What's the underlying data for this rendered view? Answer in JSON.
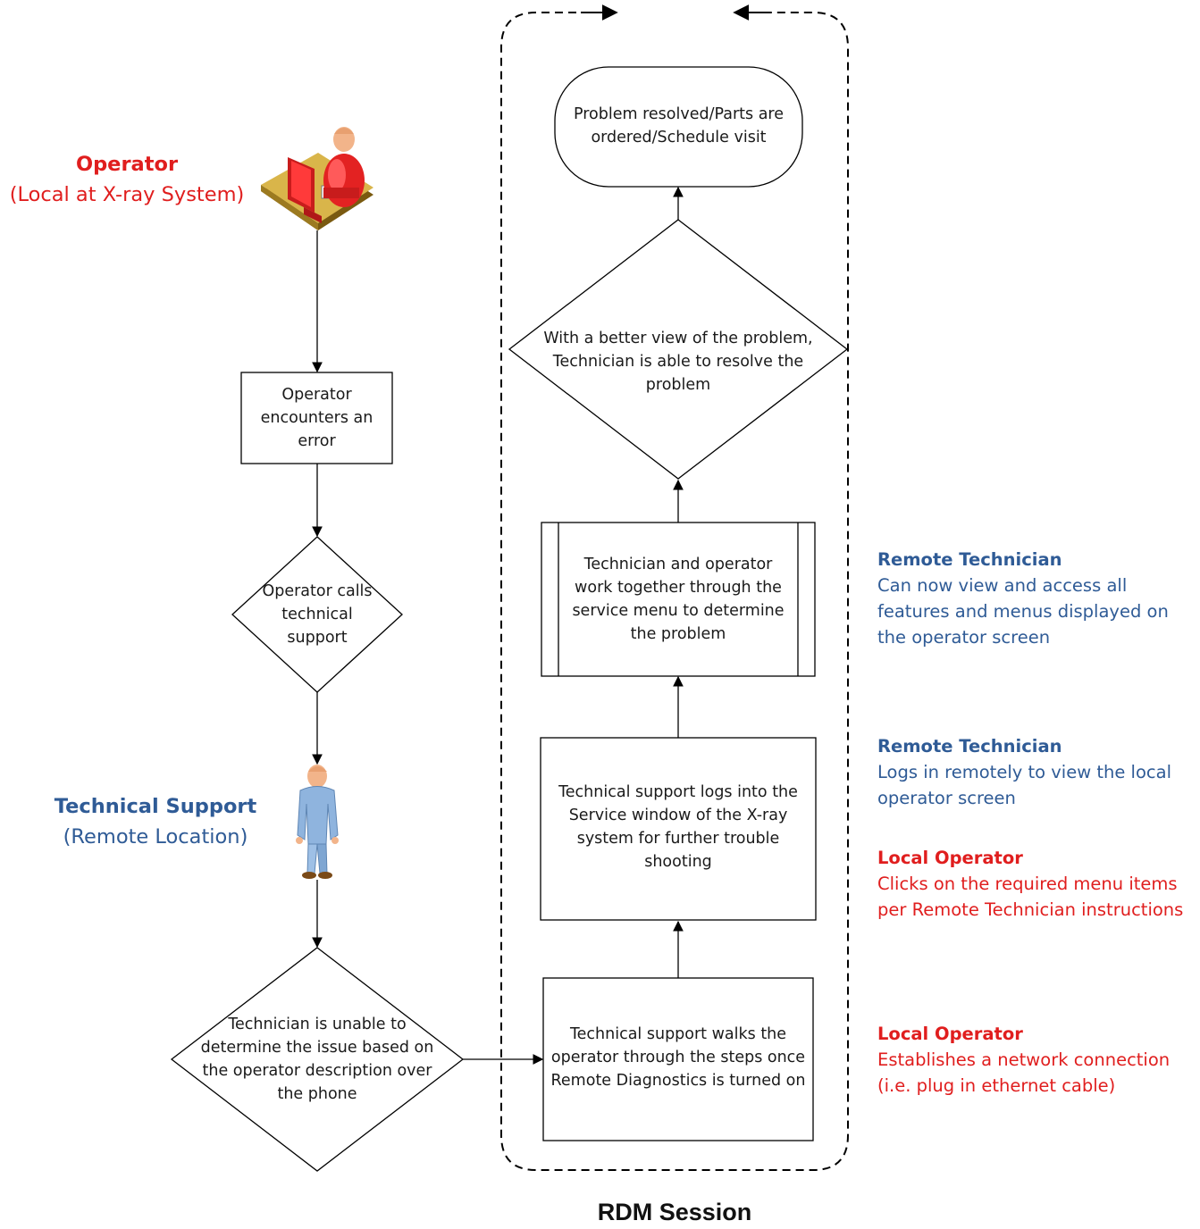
{
  "actors": {
    "operator": {
      "title": "Operator",
      "subtitle": "(Local at X-ray System)",
      "icon": "operator-at-workstation-icon"
    },
    "support": {
      "title": "Technical Support",
      "subtitle": "(Remote Location)",
      "icon": "standing-person-icon"
    }
  },
  "nodes": {
    "encounter": "Operator\nencounters an\nerror",
    "calls": "Operator calls\ntechnical\nsupport",
    "unable": "Technician is unable to\ndetermine the issue based on\nthe operator description over\nthe phone",
    "walks": "Technical support walks the\noperator through the steps once\nRemote Diagnostics is turned on",
    "logs": "Technical support logs into the\nService window of the X-ray\nsystem for further trouble\nshooting",
    "together": "Technician and operator\nwork together through the\nservice menu to determine\nthe problem",
    "better_view": "With a better view of the problem,\nTechnician is able to resolve the\nproblem",
    "resolved": "Problem resolved/Parts are\nordered/Schedule visit"
  },
  "annotations": {
    "remote_1": {
      "title": "Remote Technician",
      "body": "Can now view and access all\nfeatures and menus displayed on\nthe operator screen"
    },
    "remote_2": {
      "title": "Remote Technician",
      "body": "Logs in remotely to view the local\noperator screen"
    },
    "local_1": {
      "title": "Local Operator",
      "body": "Clicks on the required menu items\nper Remote Technician instructions"
    },
    "local_2": {
      "title": "Local Operator",
      "body": "Establishes a network connection\n(i.e. plug in ethernet cable)"
    }
  },
  "session_label": "RDM Session",
  "colors": {
    "blue": "#2f5b96",
    "red": "#e01e1e",
    "operator_red": "#e0201e",
    "tech_blue": "#8fb4de"
  }
}
